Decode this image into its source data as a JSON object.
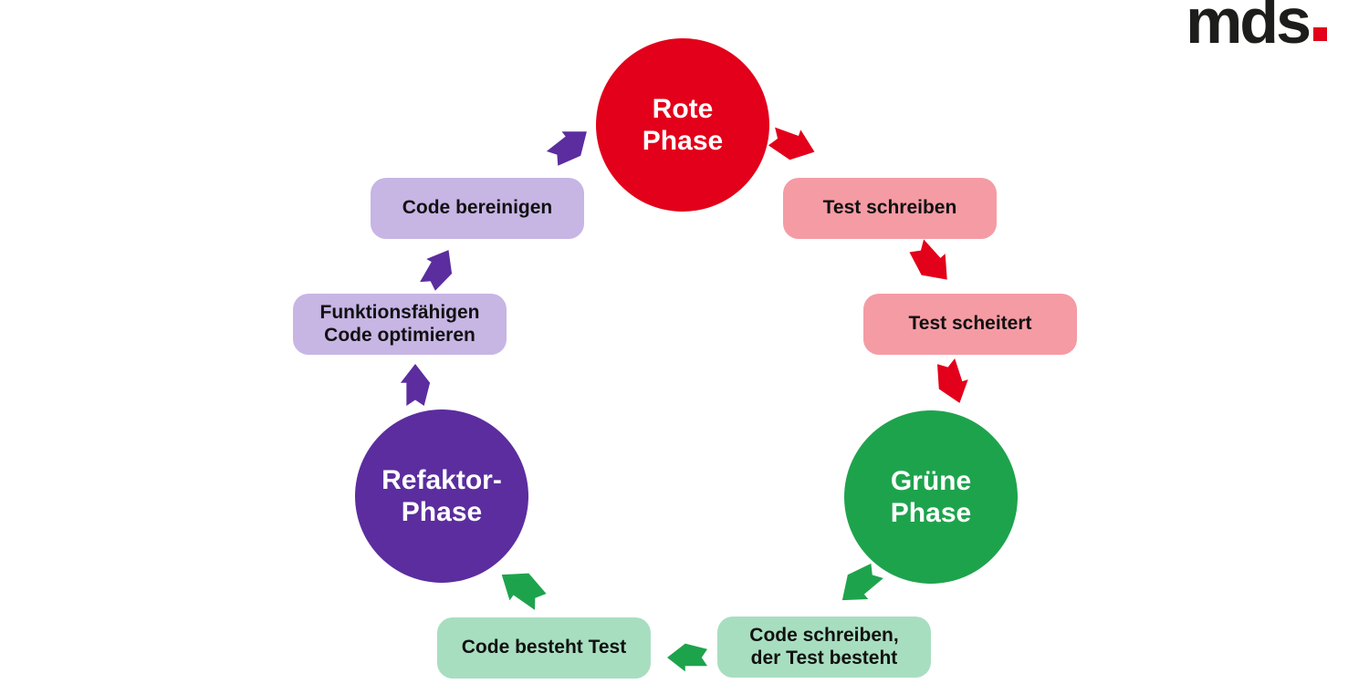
{
  "logo": {
    "text": "mds"
  },
  "palette": {
    "red": "#e2001a",
    "pink": "#f59ba4",
    "green": "#1ea34d",
    "light_green": "#a8dec0",
    "purple": "#5b2d9e",
    "light_purple": "#c7b5e4",
    "text_dark": "#111111",
    "logo_black": "#1d1d1b",
    "background": "#ffffff"
  },
  "diagram": {
    "circles": [
      {
        "id": "rote-phase",
        "label": "Rote\nPhase"
      },
      {
        "id": "gruene-phase",
        "label": "Grüne\nPhase"
      },
      {
        "id": "refaktor-phase",
        "label": "Refaktor-\nPhase"
      }
    ],
    "boxes": [
      {
        "id": "test-schreiben",
        "label": "Test schreiben"
      },
      {
        "id": "test-scheitert",
        "label": "Test scheitert"
      },
      {
        "id": "code-schreiben-der-test-besteht",
        "label": "Code schreiben,\nder Test besteht"
      },
      {
        "id": "code-besteht-test",
        "label": "Code besteht Test"
      },
      {
        "id": "funktionsfaehigen-code-optimieren",
        "label": "Funktionsfähigen\nCode optimieren"
      },
      {
        "id": "code-bereinigen",
        "label": "Code bereinigen"
      }
    ]
  }
}
